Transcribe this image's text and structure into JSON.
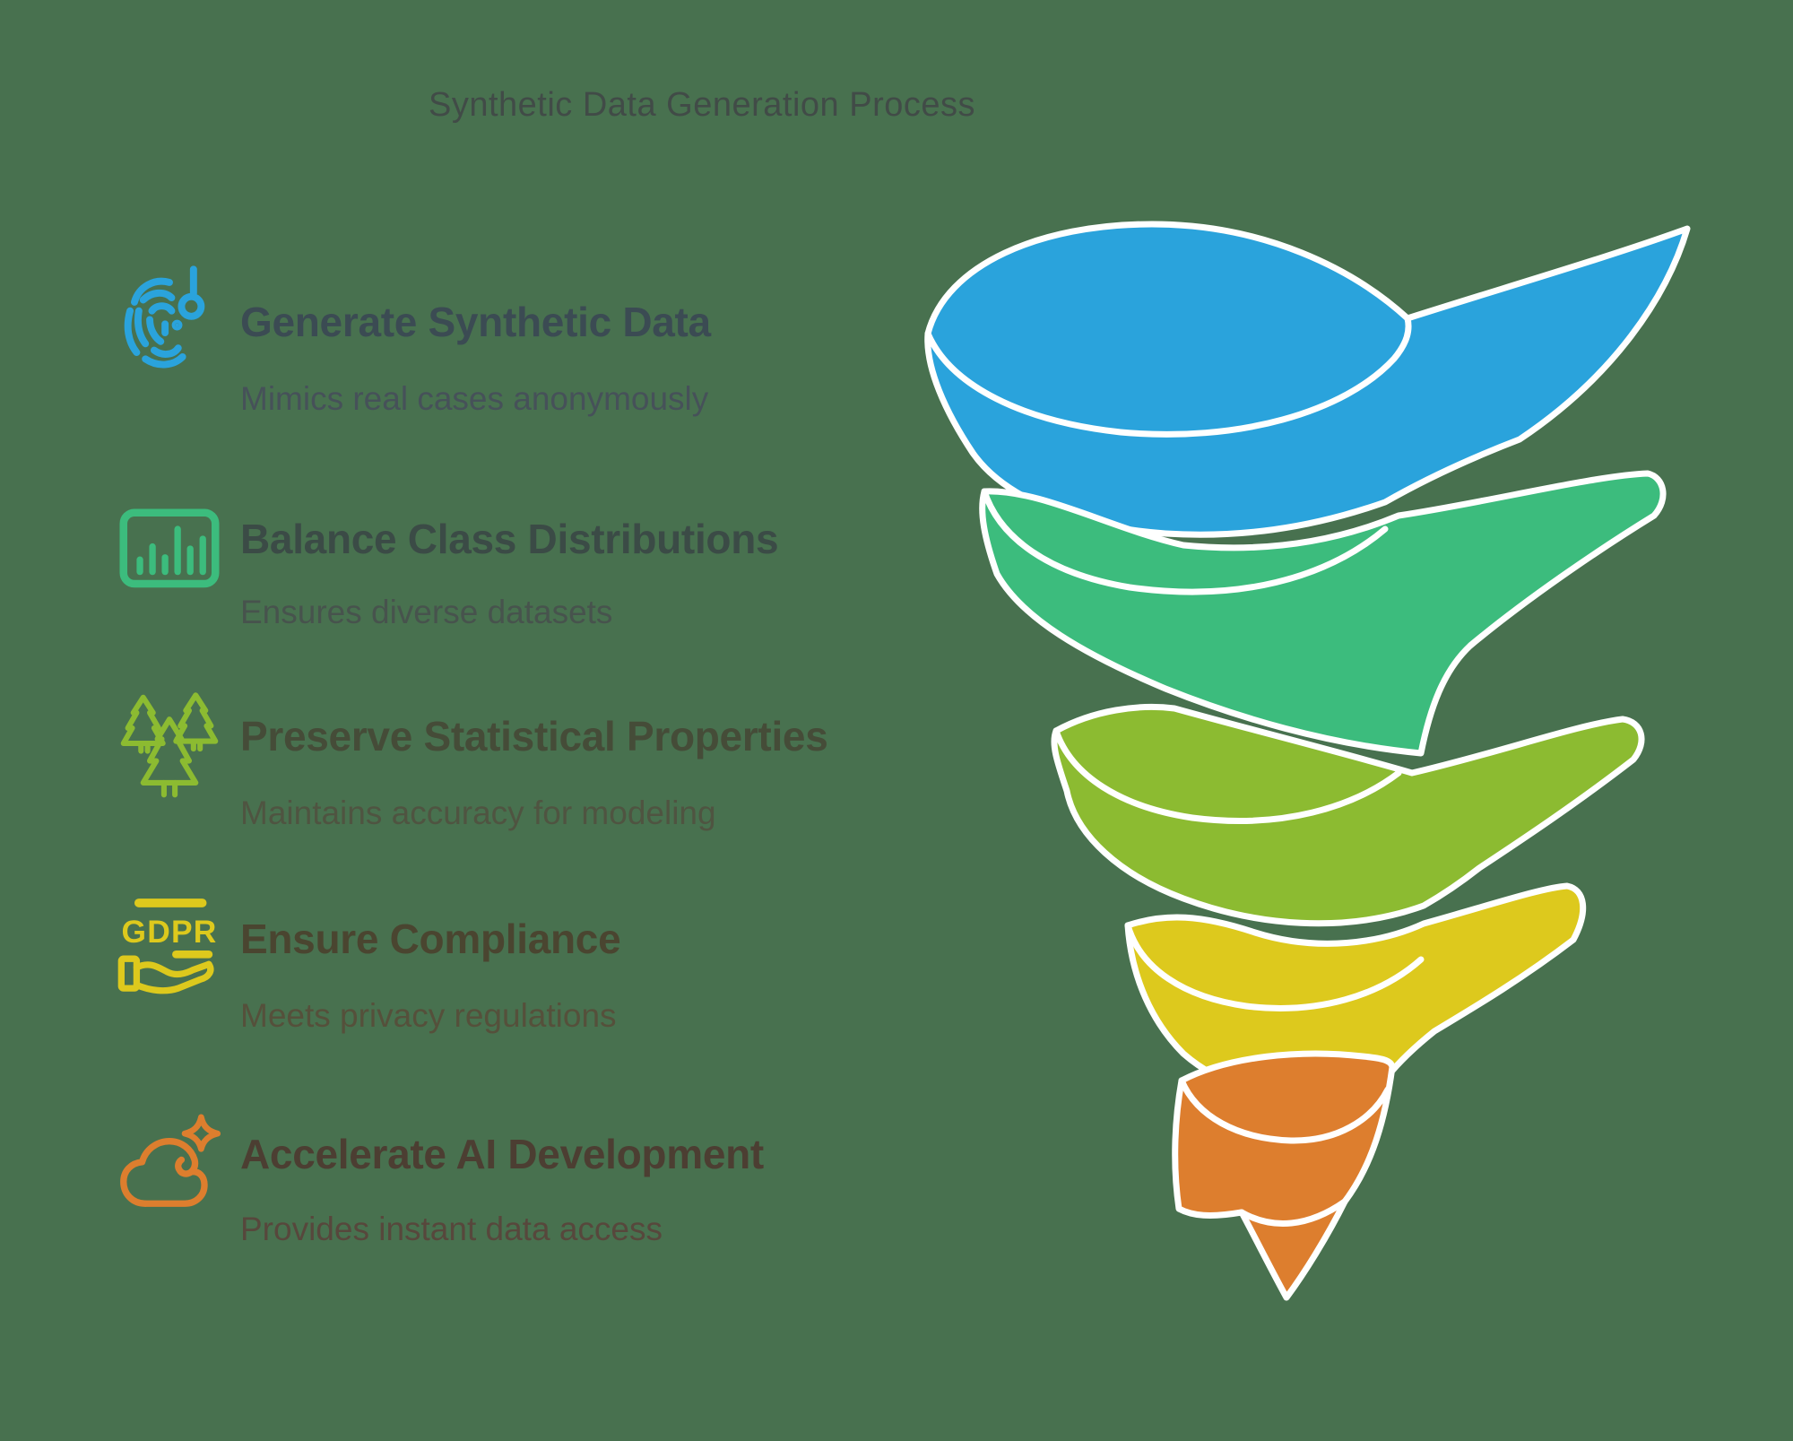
{
  "title": "Synthetic Data Generation Process",
  "background_color": "#48714F",
  "outline_color": "#FFFFFF",
  "title_color": "#414B47",
  "steps": [
    {
      "heading": "Generate Synthetic Data",
      "subtitle": "Mimics real cases anonymously",
      "icon": "fingerprint-scan-icon",
      "accent": "#2AA3DC",
      "heading_color": "#3B4B53",
      "subtitle_color": "#465159"
    },
    {
      "heading": "Balance Class Distributions",
      "subtitle": "Ensures diverse datasets",
      "icon": "bar-chart-icon",
      "accent": "#3CBC7D",
      "heading_color": "#3B4B46",
      "subtitle_color": "#47534D"
    },
    {
      "heading": "Preserve Statistical Properties",
      "subtitle": "Maintains accuracy for modeling",
      "icon": "pine-trees-icon",
      "accent": "#8CBB31",
      "heading_color": "#454C38",
      "subtitle_color": "#4F5441"
    },
    {
      "heading": "Ensure Compliance",
      "subtitle": "Meets privacy regulations",
      "icon": "gdpr-hand-icon",
      "icon_label": "GDPR",
      "accent": "#DDC91D",
      "heading_color": "#4A4530",
      "subtitle_color": "#55503B"
    },
    {
      "heading": "Accelerate AI Development",
      "subtitle": "Provides instant data access",
      "icon": "cloud-sparkle-icon",
      "accent": "#DD7E2E",
      "heading_color": "#4C3E32",
      "subtitle_color": "#57473C"
    }
  ],
  "funnel": {
    "type": "spiral-funnel",
    "direction": "wide-top-to-narrow-bottom-tip",
    "layers": [
      {
        "step": "Generate Synthetic Data",
        "color": "#2AA3DC"
      },
      {
        "step": "Balance Class Distributions",
        "color": "#3CBC7D"
      },
      {
        "step": "Preserve Statistical Properties",
        "color": "#8CBB31"
      },
      {
        "step": "Ensure Compliance",
        "color": "#DDC91D"
      },
      {
        "step": "Accelerate AI Development",
        "color": "#DD7E2E"
      }
    ]
  }
}
